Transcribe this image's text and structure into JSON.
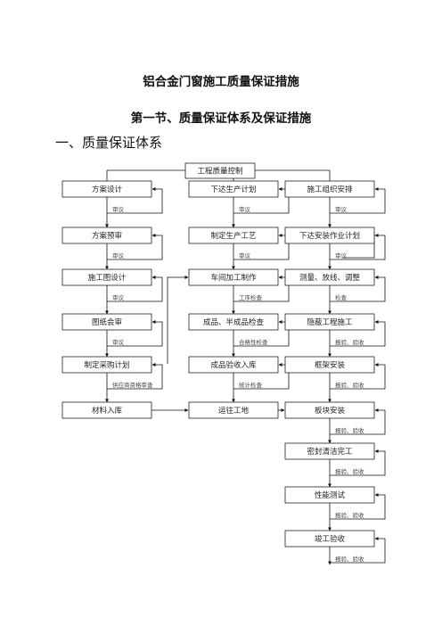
{
  "document": {
    "title": "铝合金门窗施工质量保证措施",
    "chapter": "第一节、质量保证体系及保证措施",
    "section": "一、质量保证体系"
  },
  "flowchart": {
    "top": "工程质量控制",
    "columns": [
      {
        "boxes": [
          "方案设计",
          "方案预审",
          "施工图设计",
          "图纸会审",
          "制定采购计划",
          "材料入库"
        ],
        "notes": [
          "审议",
          "审议",
          "审议",
          "审议",
          "供应商资格审查"
        ]
      },
      {
        "boxes": [
          "下达生产计划",
          "制定生产工艺",
          "车间加工制作",
          "成品、半成品检查",
          "成品验收入库",
          "运往工地"
        ],
        "notes": [
          "审议",
          "审议",
          "工序检查",
          "合格性检查",
          "统计检查"
        ]
      },
      {
        "boxes": [
          "施工组织安排",
          "下达安装作业计划",
          "测量、放线、调整",
          "隐蔽工程施工",
          "框架安装",
          "板块安装",
          "密封清洁完工",
          "性能测试",
          "竣工验收"
        ],
        "notes": [
          "审议",
          "审议",
          "检查",
          "报验、验收",
          "报验、验收",
          "报验、验收",
          "报验、验收",
          "报验、验收",
          "报验、验收"
        ]
      }
    ]
  }
}
